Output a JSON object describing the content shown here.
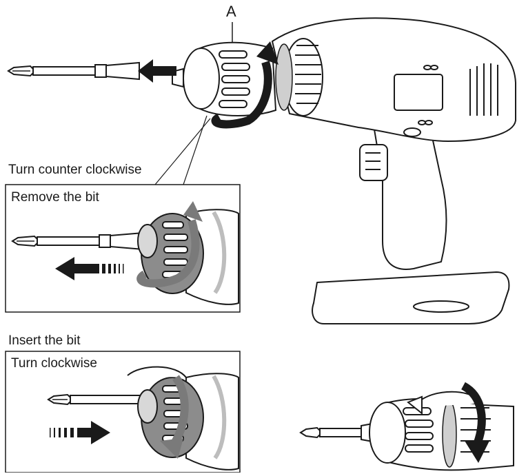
{
  "labels": {
    "callout_a": "A",
    "turn_ccw": "Turn counter clockwise",
    "remove_bit": "Remove the bit",
    "insert_bit": "Insert the bit",
    "turn_cw": "Turn clockwise"
  },
  "colors": {
    "line": "#1a1a1a",
    "arrow": "#1a1a1a",
    "chuck_gray": "#8c8c8c",
    "collar_gray": "#bdbdbd"
  }
}
